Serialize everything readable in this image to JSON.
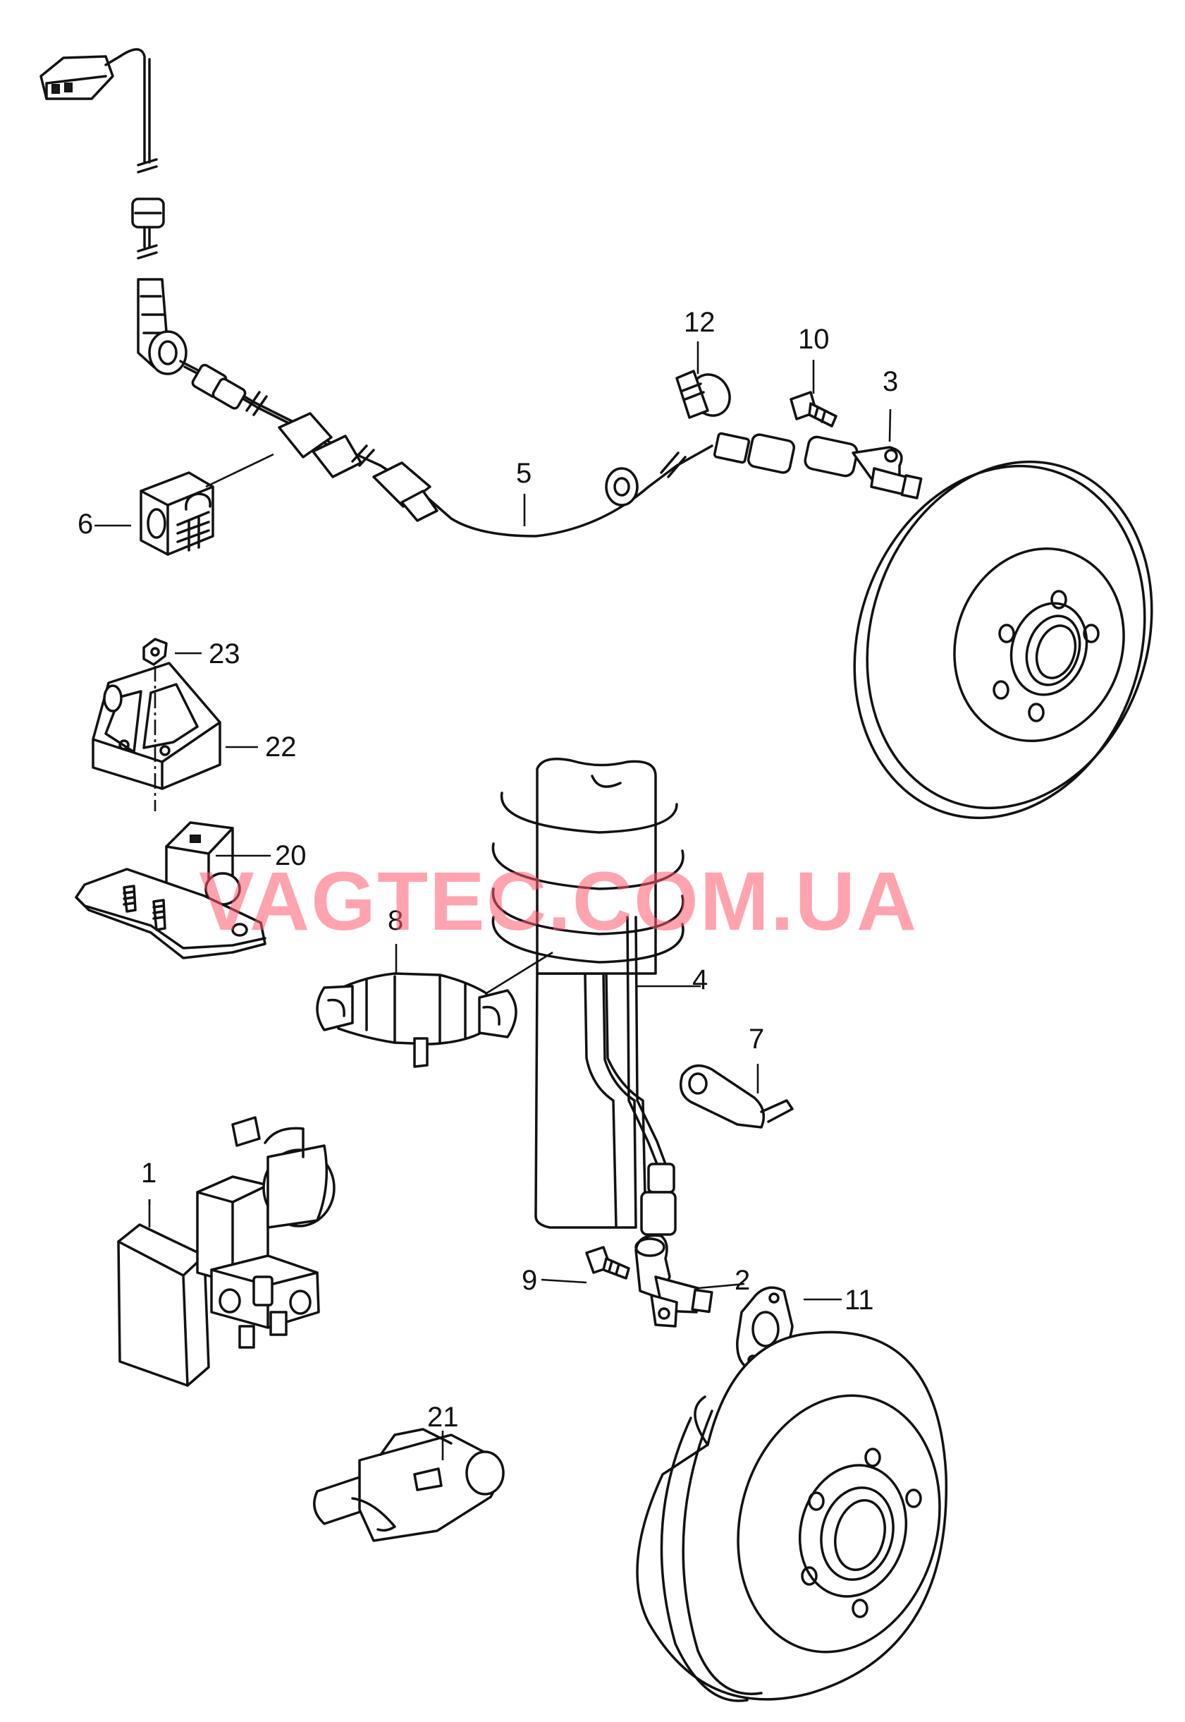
{
  "watermark": "VAGTEC.COM.UA",
  "callouts": {
    "c1": "1",
    "c2": "2",
    "c3": "3",
    "c4": "4",
    "c5": "5",
    "c6": "6",
    "c7": "7",
    "c8": "8",
    "c9": "9",
    "c10": "10",
    "c11": "11",
    "c12": "12",
    "c20": "20",
    "c21": "21",
    "c22": "22",
    "c23": "23"
  },
  "colors": {
    "line": "#111111",
    "watermark": "#ff5a6e"
  }
}
